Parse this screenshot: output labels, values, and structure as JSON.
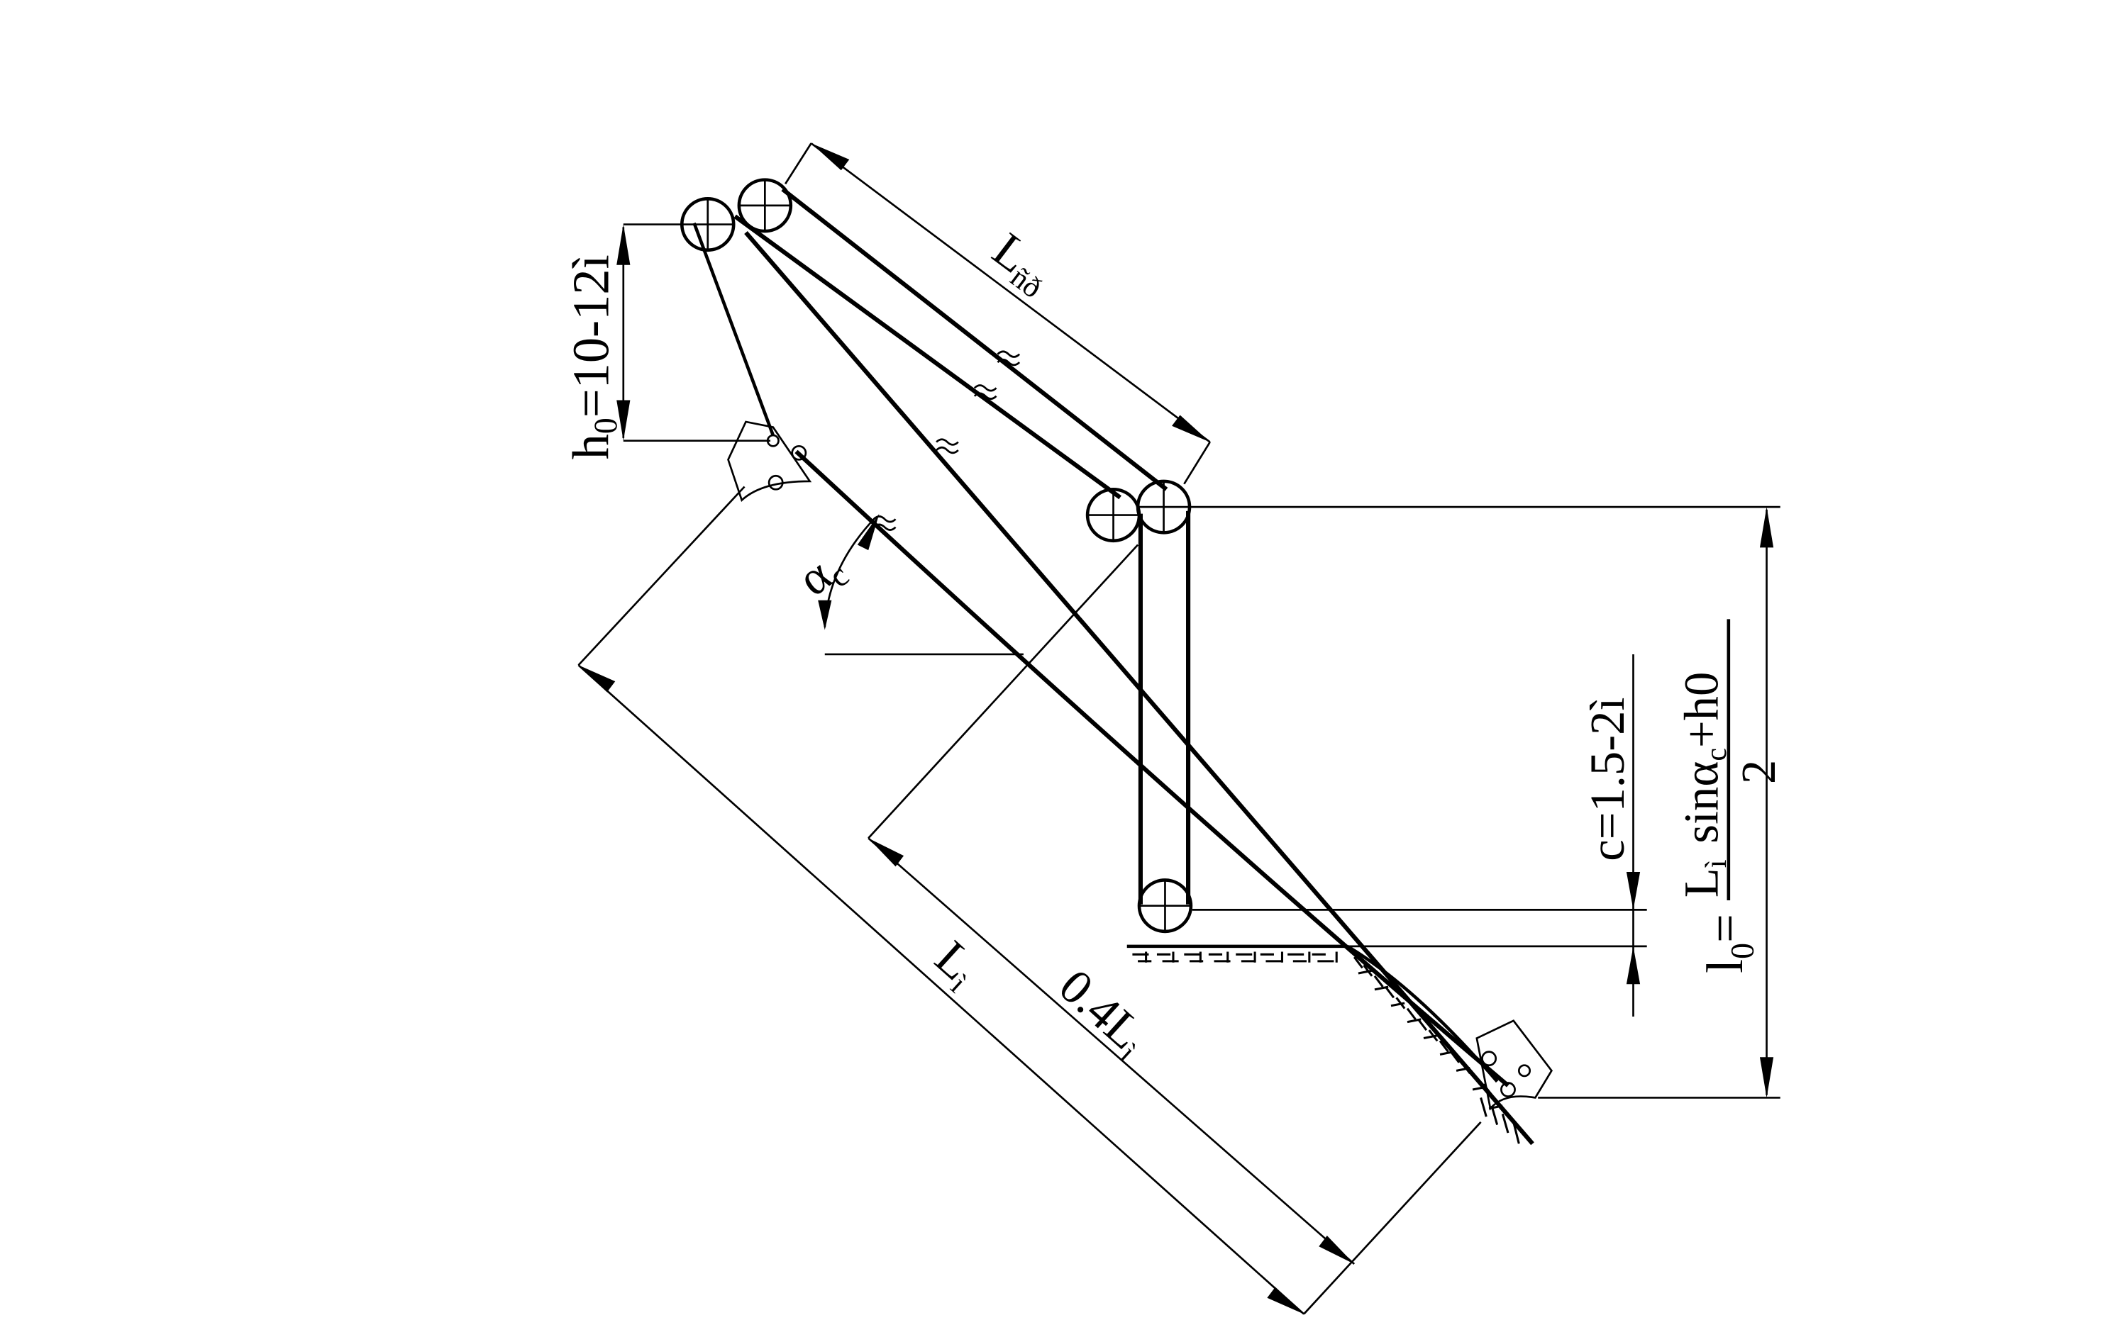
{
  "labels": {
    "h0_main": "h",
    "h0_sub": "0",
    "h0_rest": "=10-12ì",
    "l_chord": "L",
    "l_chord_sub": "ñð",
    "alpha_main": "α",
    "alpha_sub": "c",
    "l_span": "L",
    "l_span_sub": "ì",
    "l_part": "0.4L",
    "l_part_sub": "ì",
    "c_clear": "c=1.5-2ì",
    "l0_lhs_main": "l",
    "l0_lhs_sub": "0",
    "l0_eq": "=",
    "l0_num_a": "L",
    "l0_num_a_sub": "ì",
    "l0_num_b": "sinα",
    "l0_num_b_sub": "c",
    "l0_num_c": "+h0",
    "l0_den": "2"
  }
}
